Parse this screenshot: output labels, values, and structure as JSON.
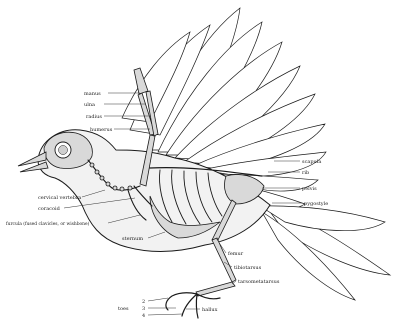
{
  "labels": {
    "manus": "manus",
    "ulna": "ulna",
    "radius": "radius",
    "humerus": "humerus",
    "scapula": "scapula",
    "rib": "rib",
    "pelvis": "pelvis",
    "pygostyle": "pygostyle",
    "cervical_vertebra": "cervical vertebra",
    "coracoid": "coracoid",
    "furcula": "furcula (fused clavicles, or wishbone)",
    "sternum": "sternum",
    "femur": "femur",
    "tibiotarsus": "tibiotarsus",
    "tarsometatarsus": "tarsometatarsus",
    "toes": "toes",
    "toe_2": "2",
    "toe_3": "3",
    "toe_4": "4",
    "hallux": "hallux"
  }
}
